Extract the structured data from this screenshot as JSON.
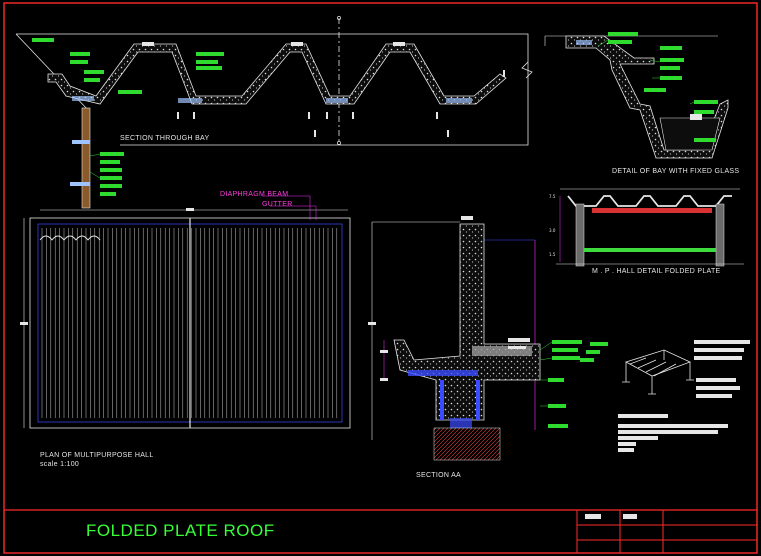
{
  "sheet": {
    "title": "FOLDED PLATE ROOF",
    "colors": {
      "background": "#000000",
      "border": "#ff2a2a",
      "notes": "#2edb2e",
      "text": "#e6e6e6",
      "dimension": "#ff2dff",
      "concrete": "#d8d8d8",
      "grid": "#3a4cff",
      "hatch": "#e04040"
    }
  },
  "views": {
    "section_bay": {
      "label": "SECTION THROUGH BAY"
    },
    "detail_glass": {
      "label": "DETAIL OF BAY WITH FIXED GLASS"
    },
    "hall_detail": {
      "label": "M . P . HALL  DETAIL FOLDED PLATE"
    },
    "plan": {
      "label": "PLAN OF MULTIPURPOSE HALL",
      "scale": "scale  1:100"
    },
    "section_aa": {
      "label": "SECTION AA"
    }
  },
  "callouts": {
    "diaphragm_beam": "DIAPHRAGM BEAM",
    "gutter": "GUTTER"
  }
}
